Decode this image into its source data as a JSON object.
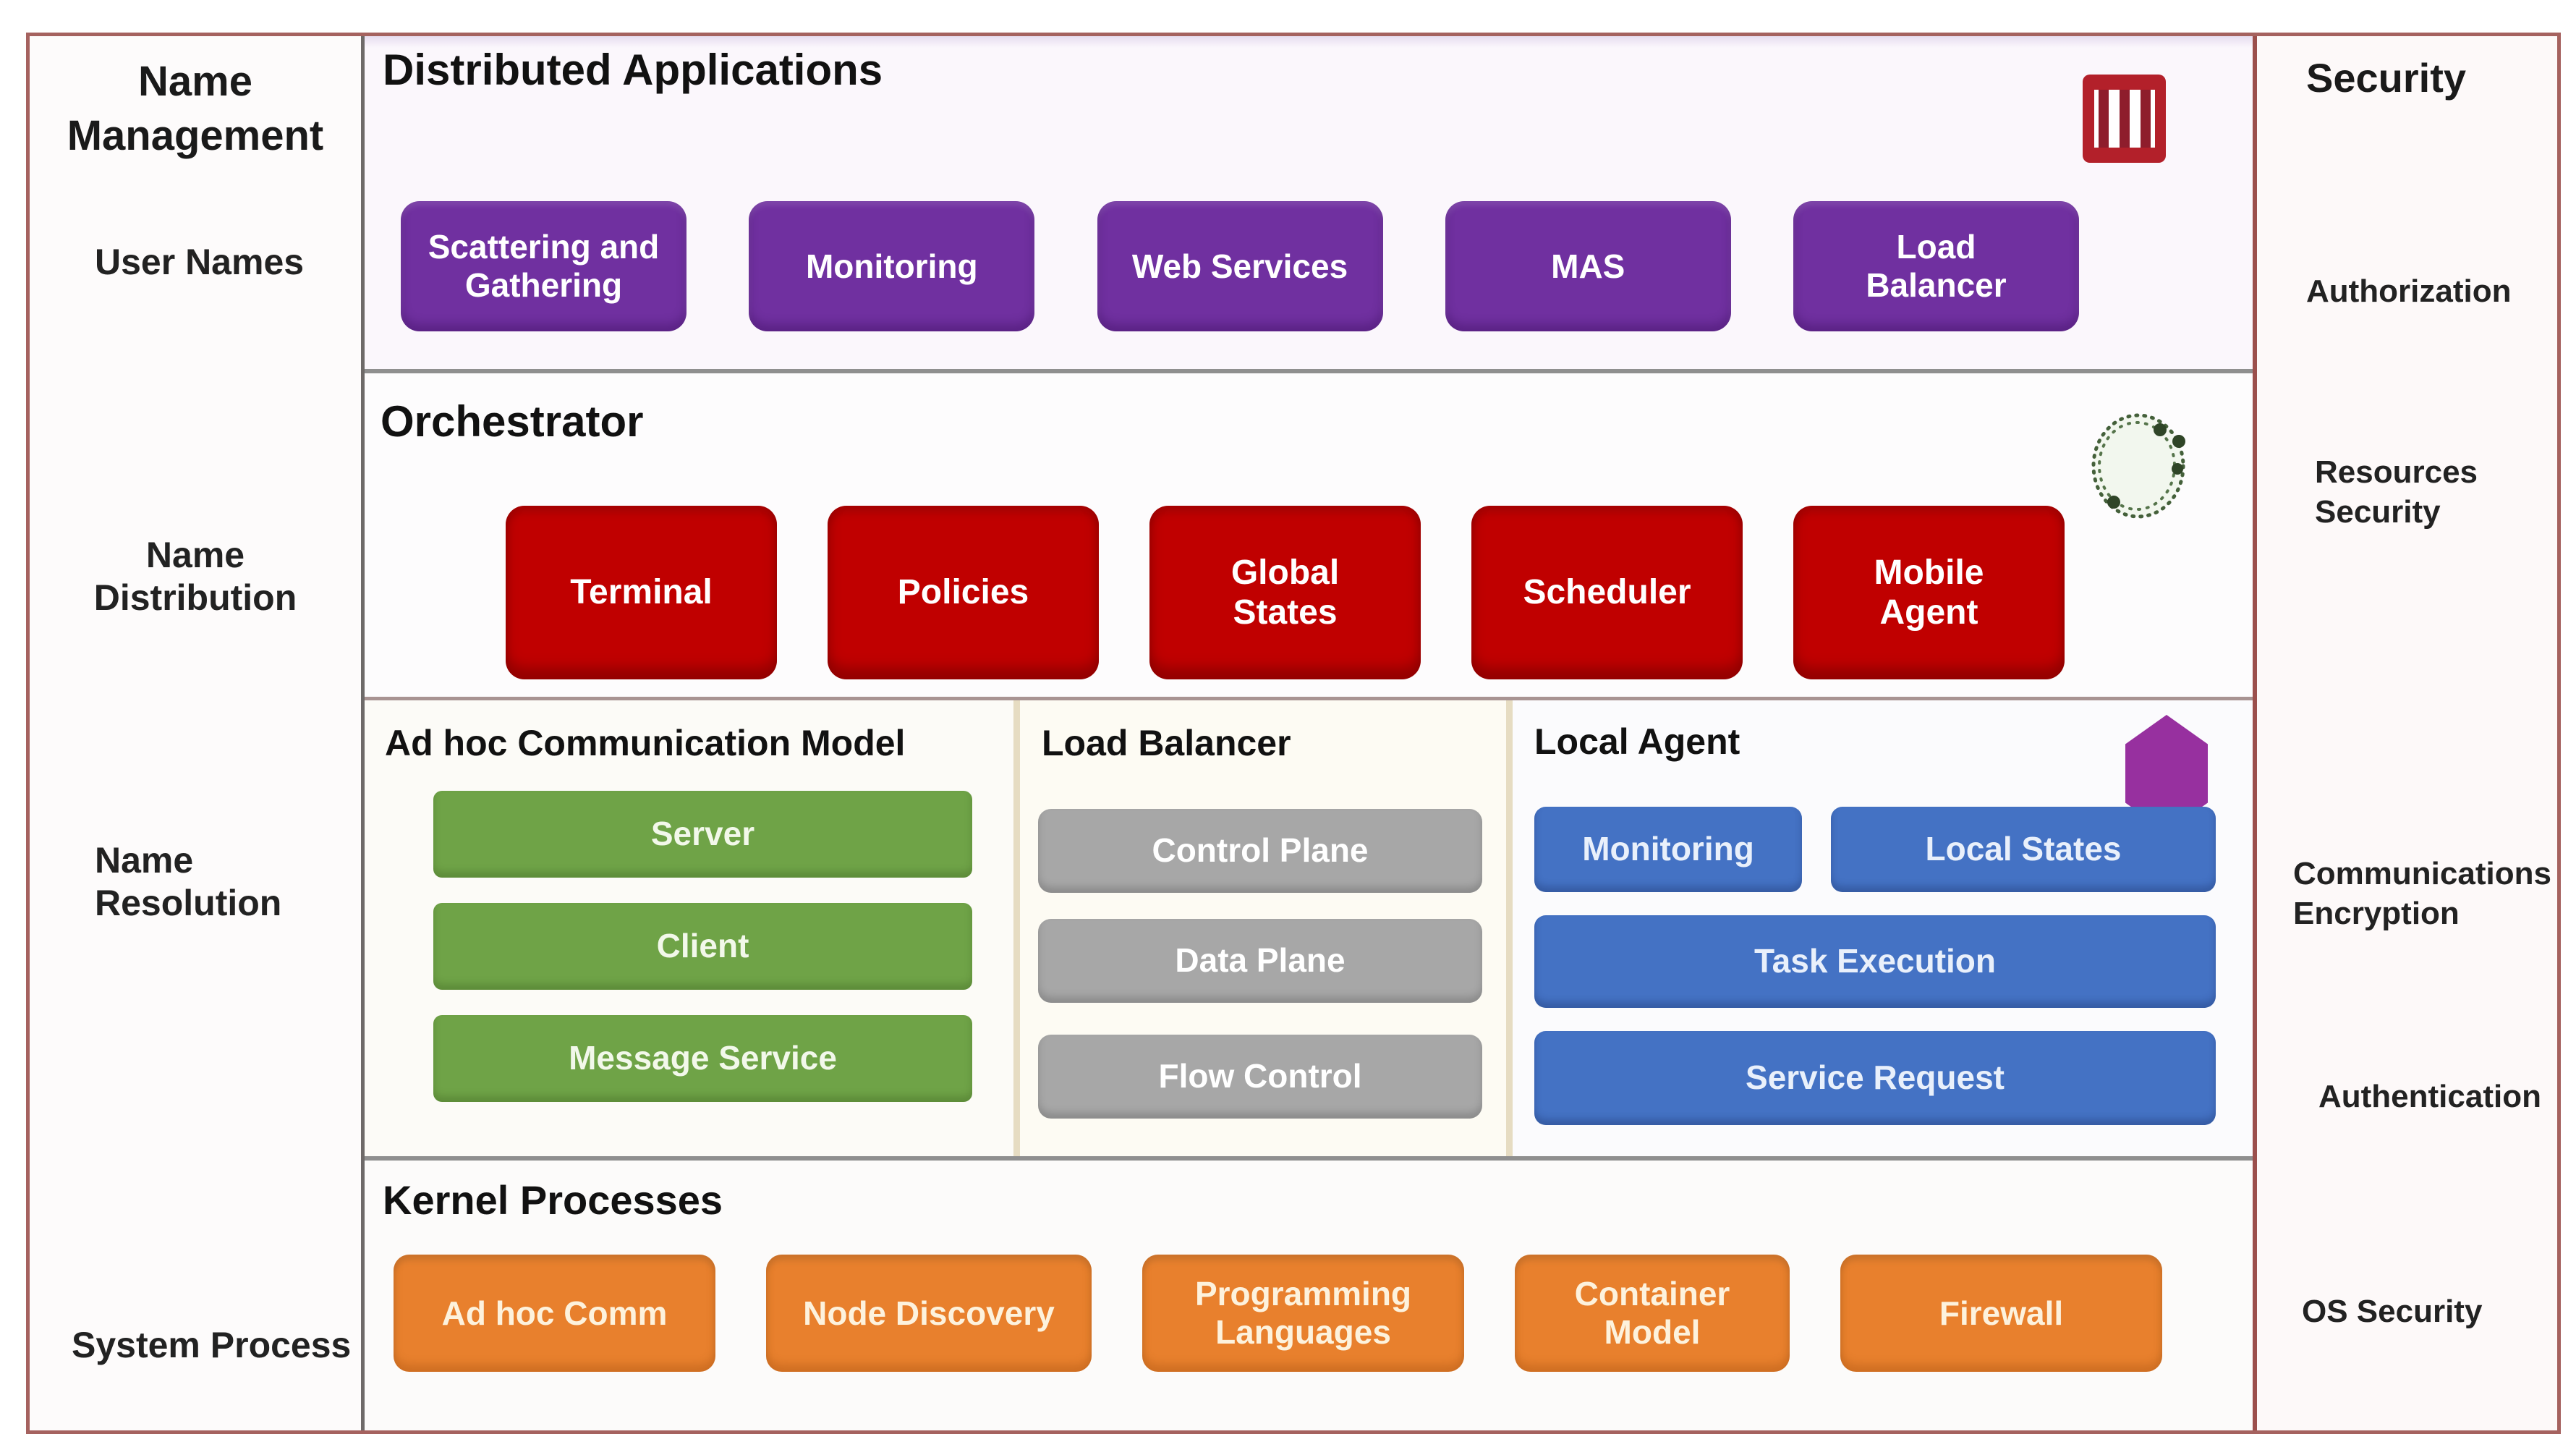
{
  "left_column": {
    "title": "Name Management",
    "items": {
      "user_names": "User Names",
      "name_distribution": "Name Distribution",
      "name_resolution": "Name Resolution",
      "system_process": "System Process"
    }
  },
  "right_column": {
    "title": "Security",
    "items": {
      "authorization": "Authorization",
      "resources_security": "Resources Security",
      "communications_encryption": "Communications Encryption",
      "authentication": "Authentication",
      "os_security": "OS Security"
    }
  },
  "sections": {
    "distributed_applications": {
      "title": "Distributed Applications",
      "icon": "red-bars-icon",
      "boxes": [
        "Scattering and Gathering",
        "Monitoring",
        "Web Services",
        "MAS",
        "Load Balancer"
      ]
    },
    "orchestrator": {
      "title": "Orchestrator",
      "icon": "sketch-circle-icon",
      "boxes": [
        "Terminal",
        "Policies",
        "Global States",
        "Scheduler",
        "Mobile Agent"
      ]
    },
    "adhoc_communication_model": {
      "title": "Ad hoc Communication Model",
      "boxes": [
        "Server",
        "Client",
        "Message Service"
      ]
    },
    "load_balancer": {
      "title": "Load Balancer",
      "boxes": [
        "Control Plane",
        "Data Plane",
        "Flow Control"
      ]
    },
    "local_agent": {
      "title": "Local Agent",
      "icon": "purple-hexagon-icon",
      "boxes": [
        "Monitoring",
        "Local States",
        "Task Execution",
        "Service Request"
      ]
    },
    "kernel_processes": {
      "title": "Kernel Processes",
      "boxes": [
        "Ad hoc Comm",
        "Node Discovery",
        "Programming Languages",
        "Container Model",
        "Firewall"
      ]
    }
  },
  "colors": {
    "purple_box": "#7030a0",
    "red_box": "#c00000",
    "green_box": "#6fa347",
    "gray_box": "#a7a7a7",
    "blue_box": "#4472c4",
    "orange_box": "#e8802d",
    "frame_border": "#a5625f",
    "security_border": "#9b4f4c",
    "divider_gray": "#8f8f8f",
    "divider_tan": "#e6dcc2"
  }
}
